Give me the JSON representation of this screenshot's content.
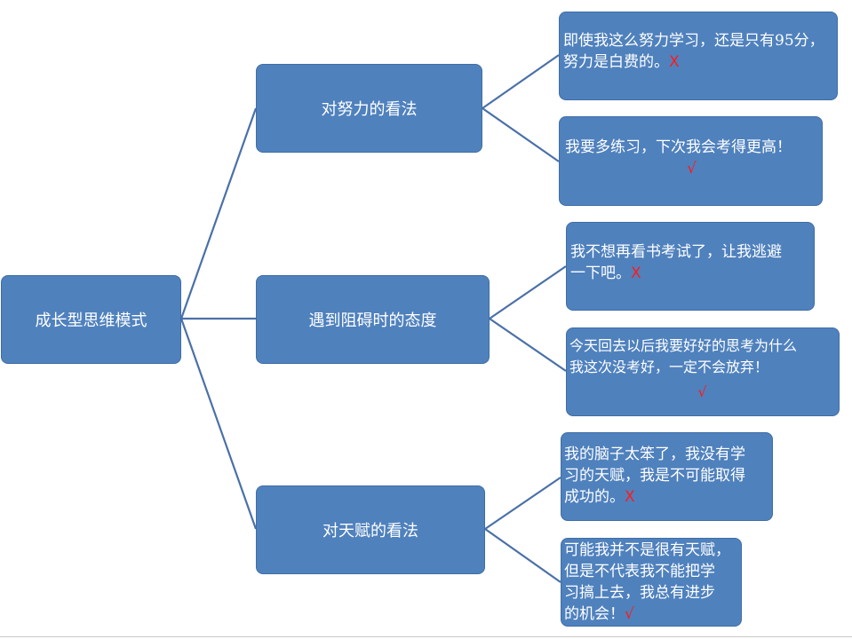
{
  "root": {
    "label": "成长型思维模式"
  },
  "branches": [
    {
      "label": "对努力的看法"
    },
    {
      "label": "遇到阻碍时的态度"
    },
    {
      "label": "对天赋的看法"
    }
  ],
  "leaves": [
    {
      "lines": [
        "即使我这么努力学习，还是只有95分，",
        "努力是白费的。"
      ],
      "mark": "X"
    },
    {
      "lines": [
        "我要多练习，下次我会考得更高！"
      ],
      "mark": "√"
    },
    {
      "lines": [
        "我不想再看书考试了，让我逃避",
        "一下吧。"
      ],
      "mark": "X"
    },
    {
      "lines": [
        "今天回去以后我要好好的思考为什么",
        "我这次没考好，一定不会放弃！"
      ],
      "mark": "√"
    },
    {
      "lines": [
        "我的脑子太笨了，我没有学",
        "习的天赋，我是不可能取得",
        "成功的。"
      ],
      "mark": "X"
    },
    {
      "lines": [
        "可能我并不是很有天赋，",
        "但是不代表我不能把学",
        "习搞上去，我总有进步",
        "的机会！"
      ],
      "mark": "√"
    }
  ]
}
